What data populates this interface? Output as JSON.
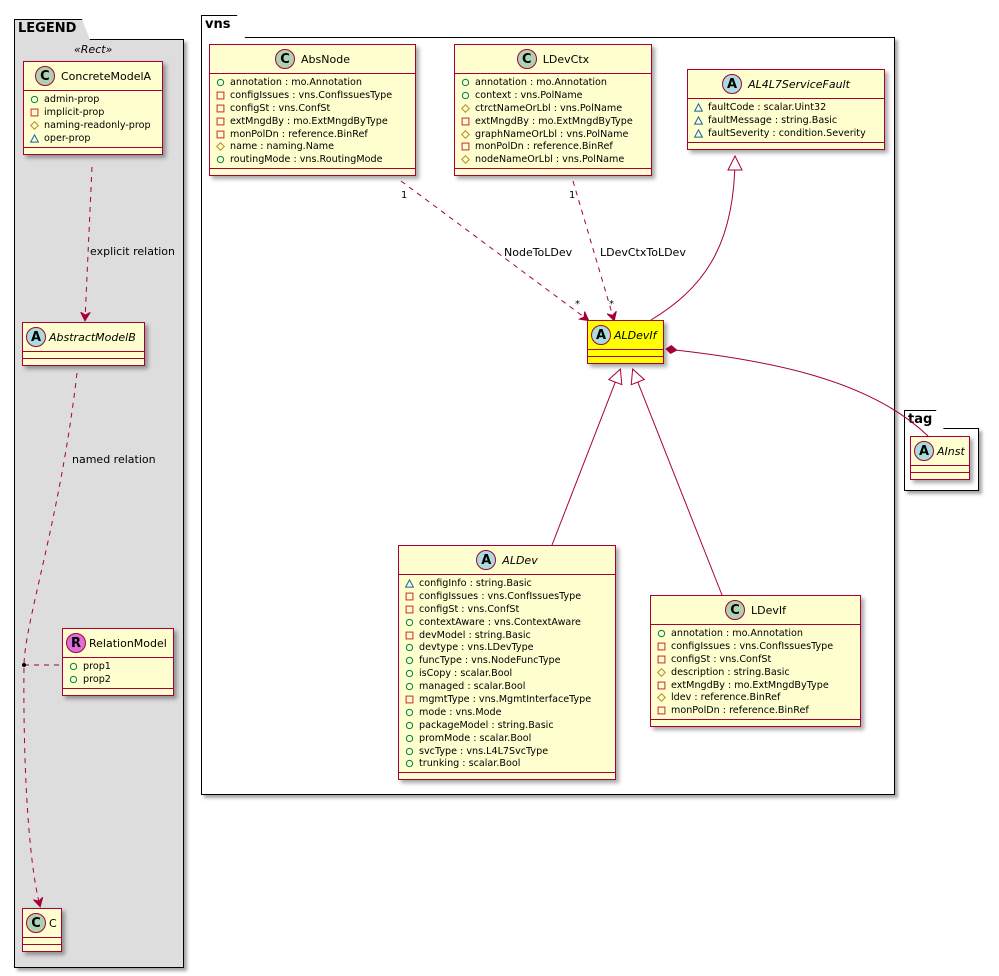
{
  "legend": {
    "title": "LEGEND",
    "stereotype": "«Rect»",
    "explicit_relation_label": "explicit relation",
    "named_relation_label": "named relation",
    "classes": {
      "concrete": {
        "badge": "C",
        "name": "ConcreteModelA",
        "abstract": false,
        "attributes": [
          {
            "vis": "public",
            "text": "admin-prop"
          },
          {
            "vis": "private",
            "text": "implicit-prop"
          },
          {
            "vis": "protected",
            "text": "naming-readonly-prop"
          },
          {
            "vis": "package",
            "text": "oper-prop"
          }
        ]
      },
      "abstract": {
        "badge": "A",
        "name": "AbstractModelB",
        "abstract": true,
        "attributes": []
      },
      "relation": {
        "badge": "R",
        "name": "RelationModel",
        "abstract": false,
        "attributes": [
          {
            "vis": "public",
            "text": "prop1"
          },
          {
            "vis": "public",
            "text": "prop2"
          }
        ]
      },
      "c": {
        "badge": "C",
        "name": "C",
        "abstract": false,
        "attributes": []
      }
    }
  },
  "vns": {
    "title": "vns",
    "classes": {
      "absnode": {
        "badge": "C",
        "name": "AbsNode",
        "abstract": false,
        "attributes": [
          {
            "vis": "public",
            "text": "annotation : mo.Annotation"
          },
          {
            "vis": "private",
            "text": "configIssues : vns.ConfIssuesType"
          },
          {
            "vis": "private",
            "text": "configSt : vns.ConfSt"
          },
          {
            "vis": "private",
            "text": "extMngdBy : mo.ExtMngdByType"
          },
          {
            "vis": "private",
            "text": "monPolDn : reference.BinRef"
          },
          {
            "vis": "protected",
            "text": "name : naming.Name"
          },
          {
            "vis": "public",
            "text": "routingMode : vns.RoutingMode"
          }
        ]
      },
      "ldevctx": {
        "badge": "C",
        "name": "LDevCtx",
        "abstract": false,
        "attributes": [
          {
            "vis": "public",
            "text": "annotation : mo.Annotation"
          },
          {
            "vis": "public",
            "text": "context : vns.PolName"
          },
          {
            "vis": "protected",
            "text": "ctrctNameOrLbl : vns.PolName"
          },
          {
            "vis": "private",
            "text": "extMngdBy : mo.ExtMngdByType"
          },
          {
            "vis": "protected",
            "text": "graphNameOrLbl : vns.PolName"
          },
          {
            "vis": "private",
            "text": "monPolDn : reference.BinRef"
          },
          {
            "vis": "protected",
            "text": "nodeNameOrLbl : vns.PolName"
          }
        ]
      },
      "fault": {
        "badge": "A",
        "name": "AL4L7ServiceFault",
        "abstract": true,
        "attributes": [
          {
            "vis": "package",
            "text": "faultCode : scalar.Uint32"
          },
          {
            "vis": "package",
            "text": "faultMessage : string.Basic"
          },
          {
            "vis": "package",
            "text": "faultSeverity : condition.Severity"
          }
        ]
      },
      "aldevif": {
        "badge": "A",
        "name": "ALDevIf",
        "abstract": true,
        "highlight_color": "#ffff00",
        "attributes": []
      },
      "aldev": {
        "badge": "A",
        "name": "ALDev",
        "abstract": true,
        "attributes": [
          {
            "vis": "package",
            "text": "configInfo : string.Basic"
          },
          {
            "vis": "private",
            "text": "configIssues : vns.ConfIssuesType"
          },
          {
            "vis": "private",
            "text": "configSt : vns.ConfSt"
          },
          {
            "vis": "public",
            "text": "contextAware : vns.ContextAware"
          },
          {
            "vis": "private",
            "text": "devModel : string.Basic"
          },
          {
            "vis": "public",
            "text": "devtype : vns.LDevType"
          },
          {
            "vis": "public",
            "text": "funcType : vns.NodeFuncType"
          },
          {
            "vis": "public",
            "text": "isCopy : scalar.Bool"
          },
          {
            "vis": "public",
            "text": "managed : scalar.Bool"
          },
          {
            "vis": "private",
            "text": "mgmtType : vns.MgmtInterfaceType"
          },
          {
            "vis": "public",
            "text": "mode : vns.Mode"
          },
          {
            "vis": "public",
            "text": "packageModel : string.Basic"
          },
          {
            "vis": "public",
            "text": "promMode : scalar.Bool"
          },
          {
            "vis": "public",
            "text": "svcType : vns.L4L7SvcType"
          },
          {
            "vis": "public",
            "text": "trunking : scalar.Bool"
          }
        ]
      },
      "ldevif": {
        "badge": "C",
        "name": "LDevIf",
        "abstract": false,
        "attributes": [
          {
            "vis": "public",
            "text": "annotation : mo.Annotation"
          },
          {
            "vis": "private",
            "text": "configIssues : vns.ConfIssuesType"
          },
          {
            "vis": "private",
            "text": "configSt : vns.ConfSt"
          },
          {
            "vis": "protected",
            "text": "description : string.Basic"
          },
          {
            "vis": "private",
            "text": "extMngdBy : mo.ExtMngdByType"
          },
          {
            "vis": "protected",
            "text": "ldev : reference.BinRef"
          },
          {
            "vis": "private",
            "text": "monPolDn : reference.BinRef"
          }
        ]
      }
    },
    "relations": {
      "node_to_ldev": {
        "label": "NodeToLDev",
        "source_mult": "1",
        "target_mult": "*"
      },
      "ldevctx_to_ldev": {
        "label": "LDevCtxToLDev",
        "source_mult": "1",
        "target_mult": "*"
      }
    }
  },
  "tag": {
    "title": "tag",
    "classes": {
      "ainst": {
        "badge": "A",
        "name": "AInst",
        "abstract": true,
        "attributes": []
      }
    }
  },
  "colors": {
    "class_fill": "#fefece",
    "class_border": "#a80036",
    "legend_fill": "#dddddd",
    "public": "#038048",
    "private": "#c82930",
    "protected": "#b38d22",
    "package": "#1963a0"
  }
}
